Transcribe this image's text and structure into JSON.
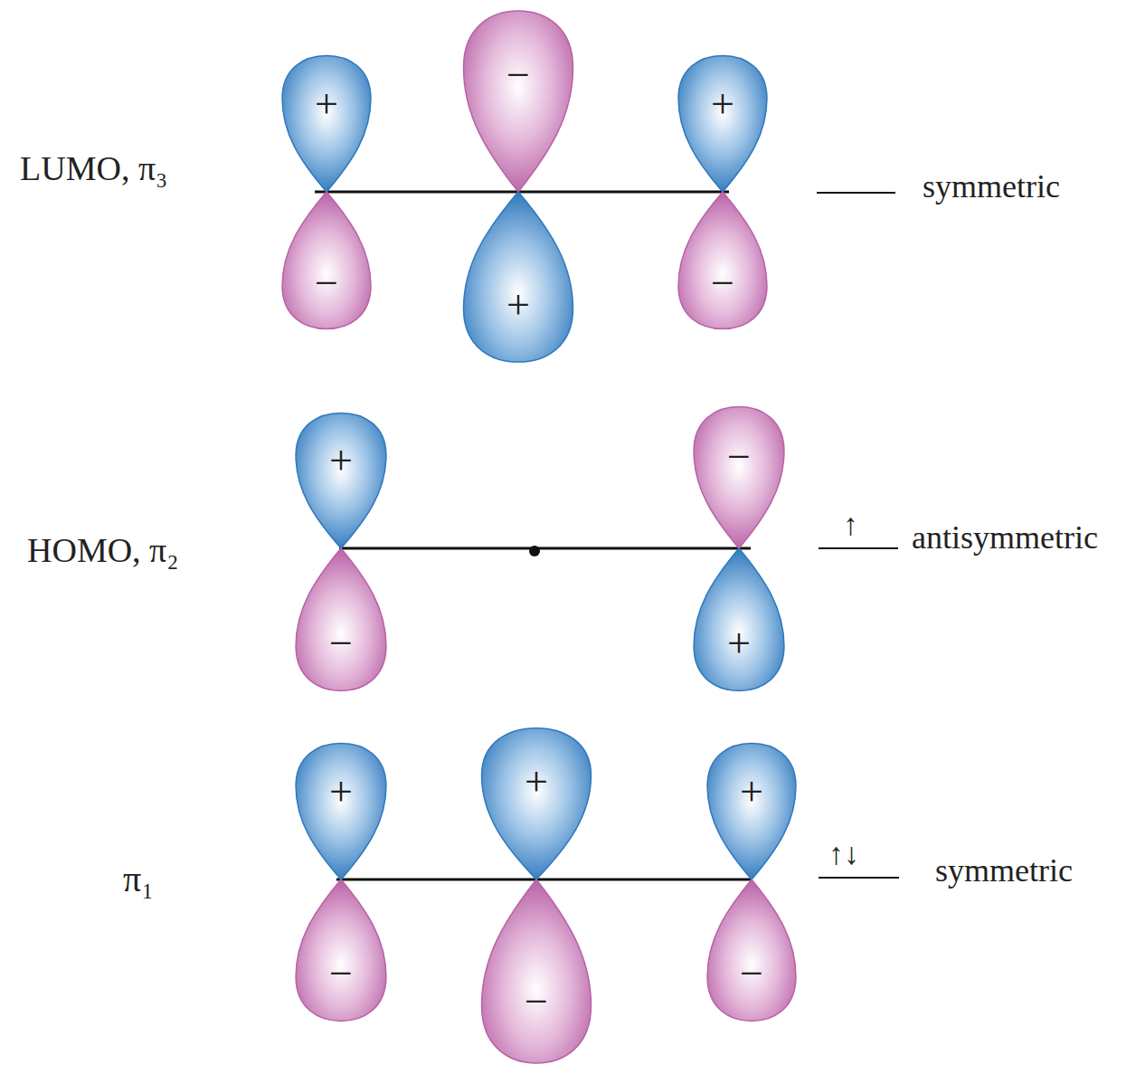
{
  "diagram": {
    "nodes": [
      {
        "text": [
          "+"
        ]
      },
      {
        "text": [
          "−"
        ]
      },
      {
        "text": [
          "+"
        ]
      },
      {
        "text": [
          "−"
        ]
      },
      {
        "text": [
          "+"
        ]
      },
      {
        "text": [
          "−"
        ]
      },
      {
        "text": [
          "+"
        ]
      },
      {
        "text": [
          "−"
        ]
      },
      {
        "text": [
          "−"
        ]
      },
      {
        "text": [
          "+"
        ]
      },
      {
        "text": [
          "+"
        ]
      },
      {
        "text": [
          "+"
        ]
      },
      {
        "text": [
          "+"
        ]
      },
      {
        "text": [
          "−"
        ]
      },
      {
        "text": [
          "−"
        ]
      },
      {
        "text": [
          "−"
        ]
      }
    ],
    "labels": [
      "LUMO, π₃",
      "symmetric",
      "HOMO, π₂",
      "↑",
      "antisymmetric",
      "π₁",
      "↑↓",
      "symmetric"
    ]
  }
}
